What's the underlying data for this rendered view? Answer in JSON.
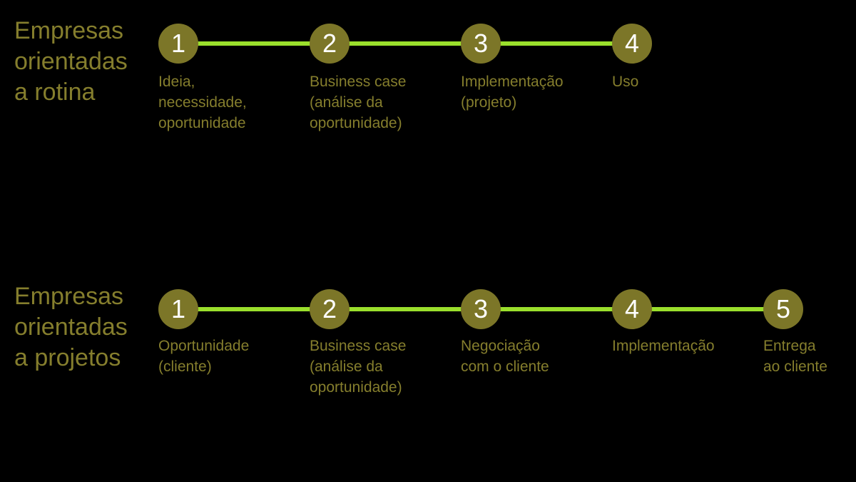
{
  "colors": {
    "background": "#000000",
    "circle_fill": "#7C7628",
    "text_olive": "#857E2D",
    "connector_green": "#9ADF2C",
    "number_white": "#FFFFFF"
  },
  "rows": [
    {
      "heading": "Empresas\norientadas\na rotina",
      "steps": [
        {
          "number": "1",
          "label": "Ideia,\nnecessidade,\noportunidade"
        },
        {
          "number": "2",
          "label": "Business case\n(análise da\noportunidade)"
        },
        {
          "number": "3",
          "label": "Implementação\n(projeto)"
        },
        {
          "number": "4",
          "label": "Uso"
        }
      ]
    },
    {
      "heading": "Empresas\norientadas\na projetos",
      "steps": [
        {
          "number": "1",
          "label": "Oportunidade\n(cliente)"
        },
        {
          "number": "2",
          "label": "Business case\n(análise da\noportunidade)"
        },
        {
          "number": "3",
          "label": "Negociação\ncom o cliente"
        },
        {
          "number": "4",
          "label": "Implementação"
        },
        {
          "number": "5",
          "label": "Entrega\nao cliente"
        }
      ]
    }
  ]
}
